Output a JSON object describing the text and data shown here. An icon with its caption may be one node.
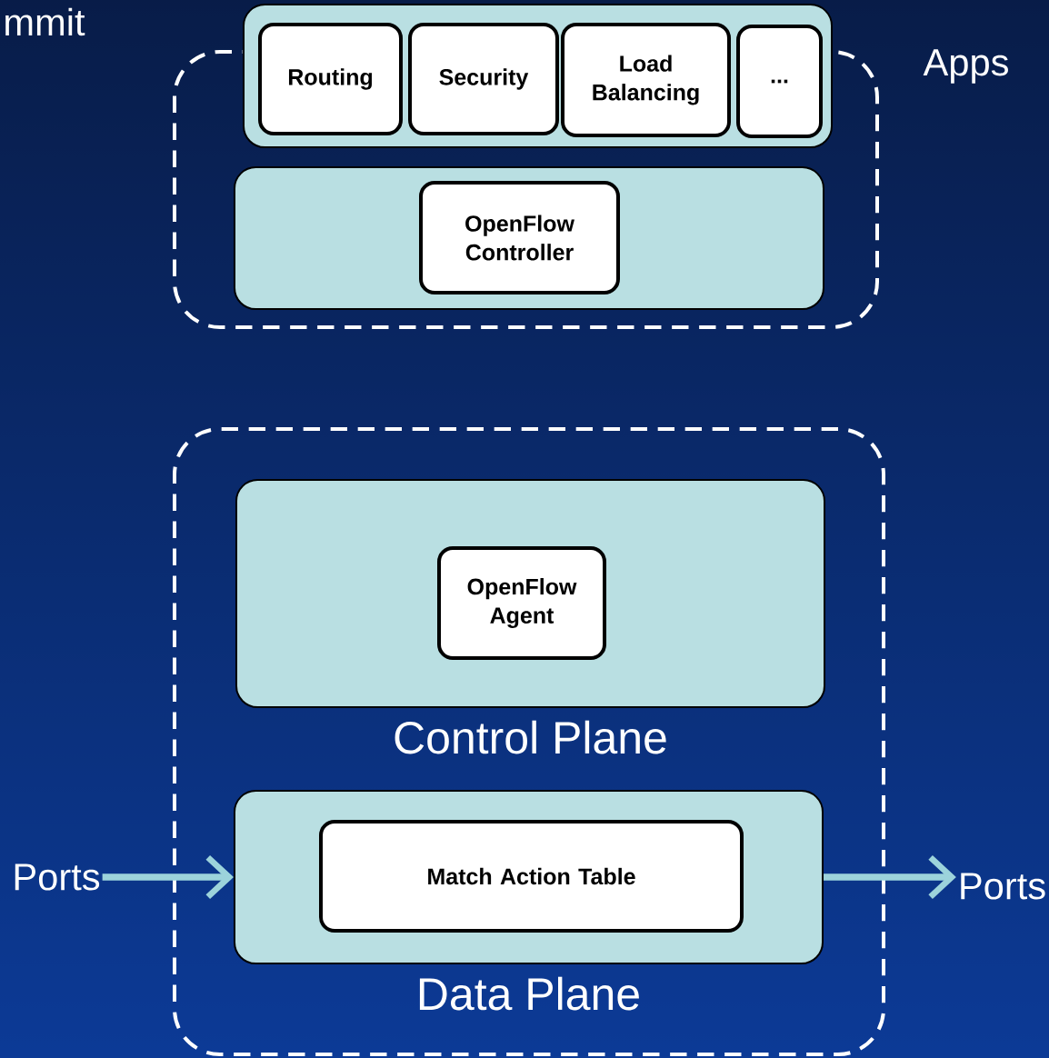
{
  "diagram": {
    "nodes": [
      {
        "text": [],
        "shape": "box"
      },
      {
        "text": [],
        "shape": "box",
        "beside": [
          "Apps"
        ]
      },
      {
        "text": [
          "Routing"
        ],
        "in": 1
      },
      {
        "text": [
          "Security"
        ],
        "in": 1
      },
      {
        "text": [
          "Load Balancing"
        ],
        "in": 1
      },
      {
        "text": [
          "..."
        ],
        "in": 1
      },
      {
        "text": [],
        "shape": "box",
        "in": 0
      },
      {
        "text": [
          "OpenFlow Controller"
        ],
        "in": 6
      },
      {
        "text": [],
        "shape": "box"
      },
      {
        "text": [
          "Control Plane"
        ],
        "in": 8
      },
      {
        "text": [
          "OpenFlow Agent"
        ],
        "in": 9
      },
      {
        "text": [
          "Data Plane"
        ],
        "in": 8
      },
      {
        "text": [
          "Match Action Table"
        ],
        "in": 11
      },
      {
        "text": [
          "Ports"
        ]
      },
      {
        "text": [
          "Ports"
        ]
      }
    ],
    "edges": [
      {
        "from": 13,
        "to": 11,
        "arrow": "to"
      },
      {
        "from": 11,
        "to": 14,
        "arrow": "to"
      }
    ],
    "labels": [
      "mmit"
    ]
  }
}
